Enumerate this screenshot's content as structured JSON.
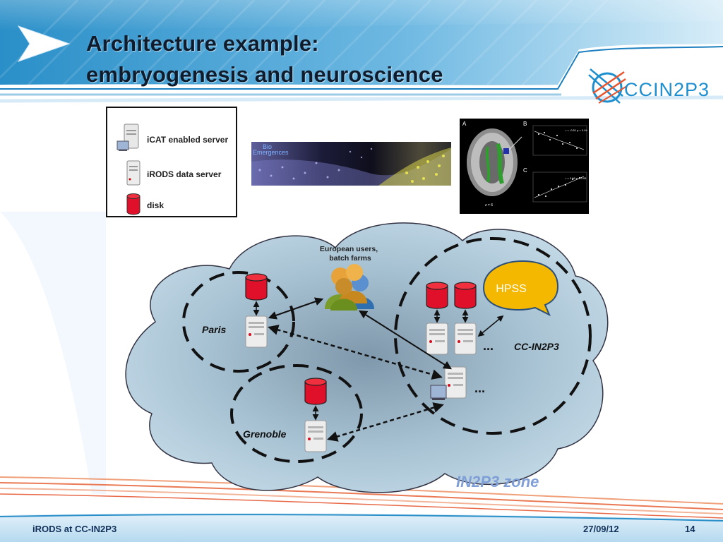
{
  "slide": {
    "title_line1": "Architecture example:",
    "title_line2": "embryogenesis and neuroscience",
    "logo_text": "CCIN2P3"
  },
  "legend": {
    "items": [
      {
        "label": "iCAT enabled server",
        "icon": "icat-server-icon"
      },
      {
        "label": "iRODS data server",
        "icon": "irods-server-icon"
      },
      {
        "label": "disk",
        "icon": "disk-icon"
      }
    ]
  },
  "bio_image": {
    "brand_part1": "Bio",
    "brand_part2": "Emergences"
  },
  "brain_image": {
    "panel_a": "A",
    "panel_b": "B",
    "panel_c": "C",
    "slice_label": "z = 6",
    "plot_b_stats": "r = -0.51\np = 0.04",
    "plot_c_stats": "r = 0.66\np = 0.05"
  },
  "diagram": {
    "users_label_line1": "European users,",
    "users_label_line2": "batch farms",
    "site_paris": "Paris",
    "site_grenoble": "Grenoble",
    "site_ccin2p3": "CC-IN2P3",
    "hpss_label": "HPSS",
    "ellipsis": "...",
    "zone_label": "IN2P3 zone",
    "colors": {
      "cloud": "#b3cedd",
      "disk": "#e0102a",
      "hpss": "#f4b800",
      "zone_label": "#7f9fd6"
    }
  },
  "footer": {
    "left": "iRODS at CC-IN2P3",
    "date": "27/09/12",
    "page": "14"
  }
}
